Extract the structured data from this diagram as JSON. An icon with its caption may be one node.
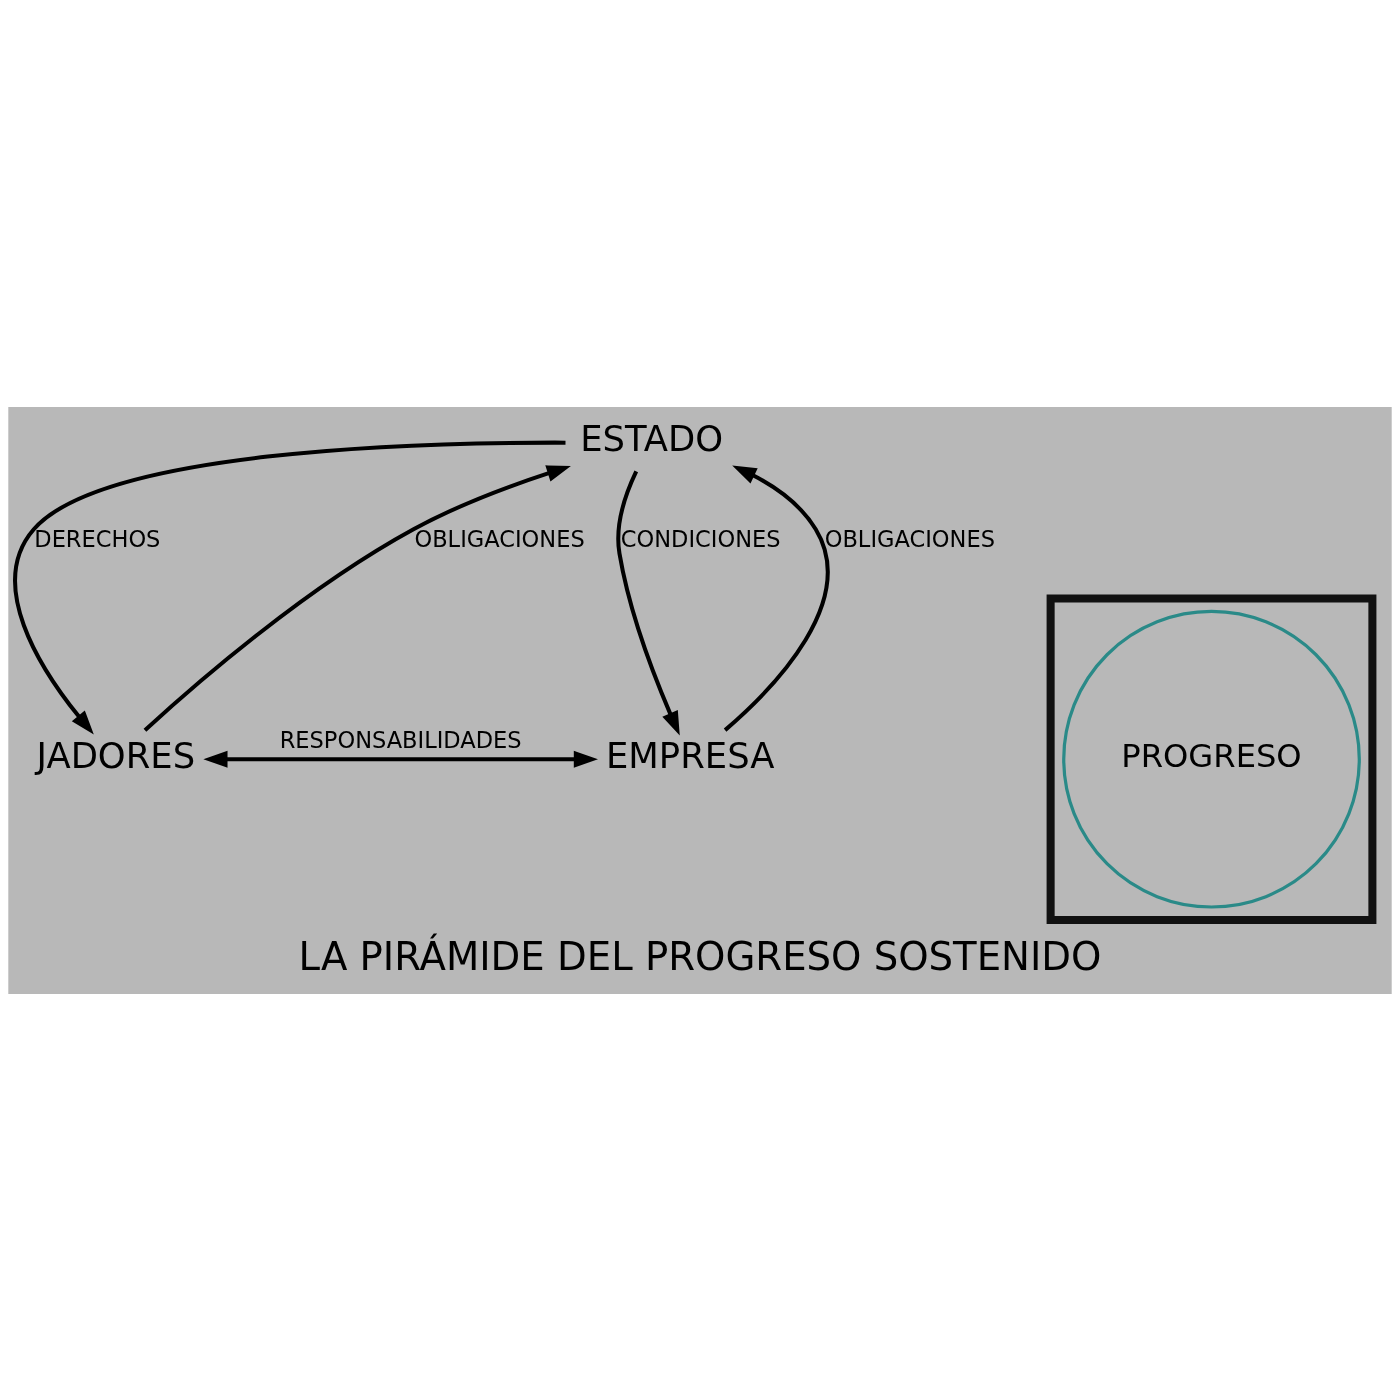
{
  "diagram": {
    "title": "LA PIRÁMIDE DEL PROGRESO SOSTENIDO",
    "nodes": [
      {
        "text": [
          "ESTADO"
        ]
      },
      {
        "text": [
          "JADORES"
        ]
      },
      {
        "text": [
          "EMPRESA"
        ]
      },
      {
        "text": [],
        "shape": "triangle"
      },
      {
        "text": [
          "PROGRESO"
        ],
        "in": 3
      }
    ],
    "edges": [
      {
        "from": 0,
        "to": 1,
        "arrow": "to",
        "label": "DERECHOS"
      },
      {
        "from": 1,
        "to": 0,
        "arrow": "to",
        "label": "OBLIGACIONES"
      },
      {
        "from": 2,
        "to": 0,
        "arrow": "to",
        "label": "OBLIGACIONES"
      },
      {
        "from": 0,
        "to": 2,
        "arrow": "to",
        "label": "CONDICIONES"
      },
      {
        "from": 1,
        "to": 2,
        "arrow": "both",
        "label": "RESPONSABILIDADES"
      }
    ]
  }
}
